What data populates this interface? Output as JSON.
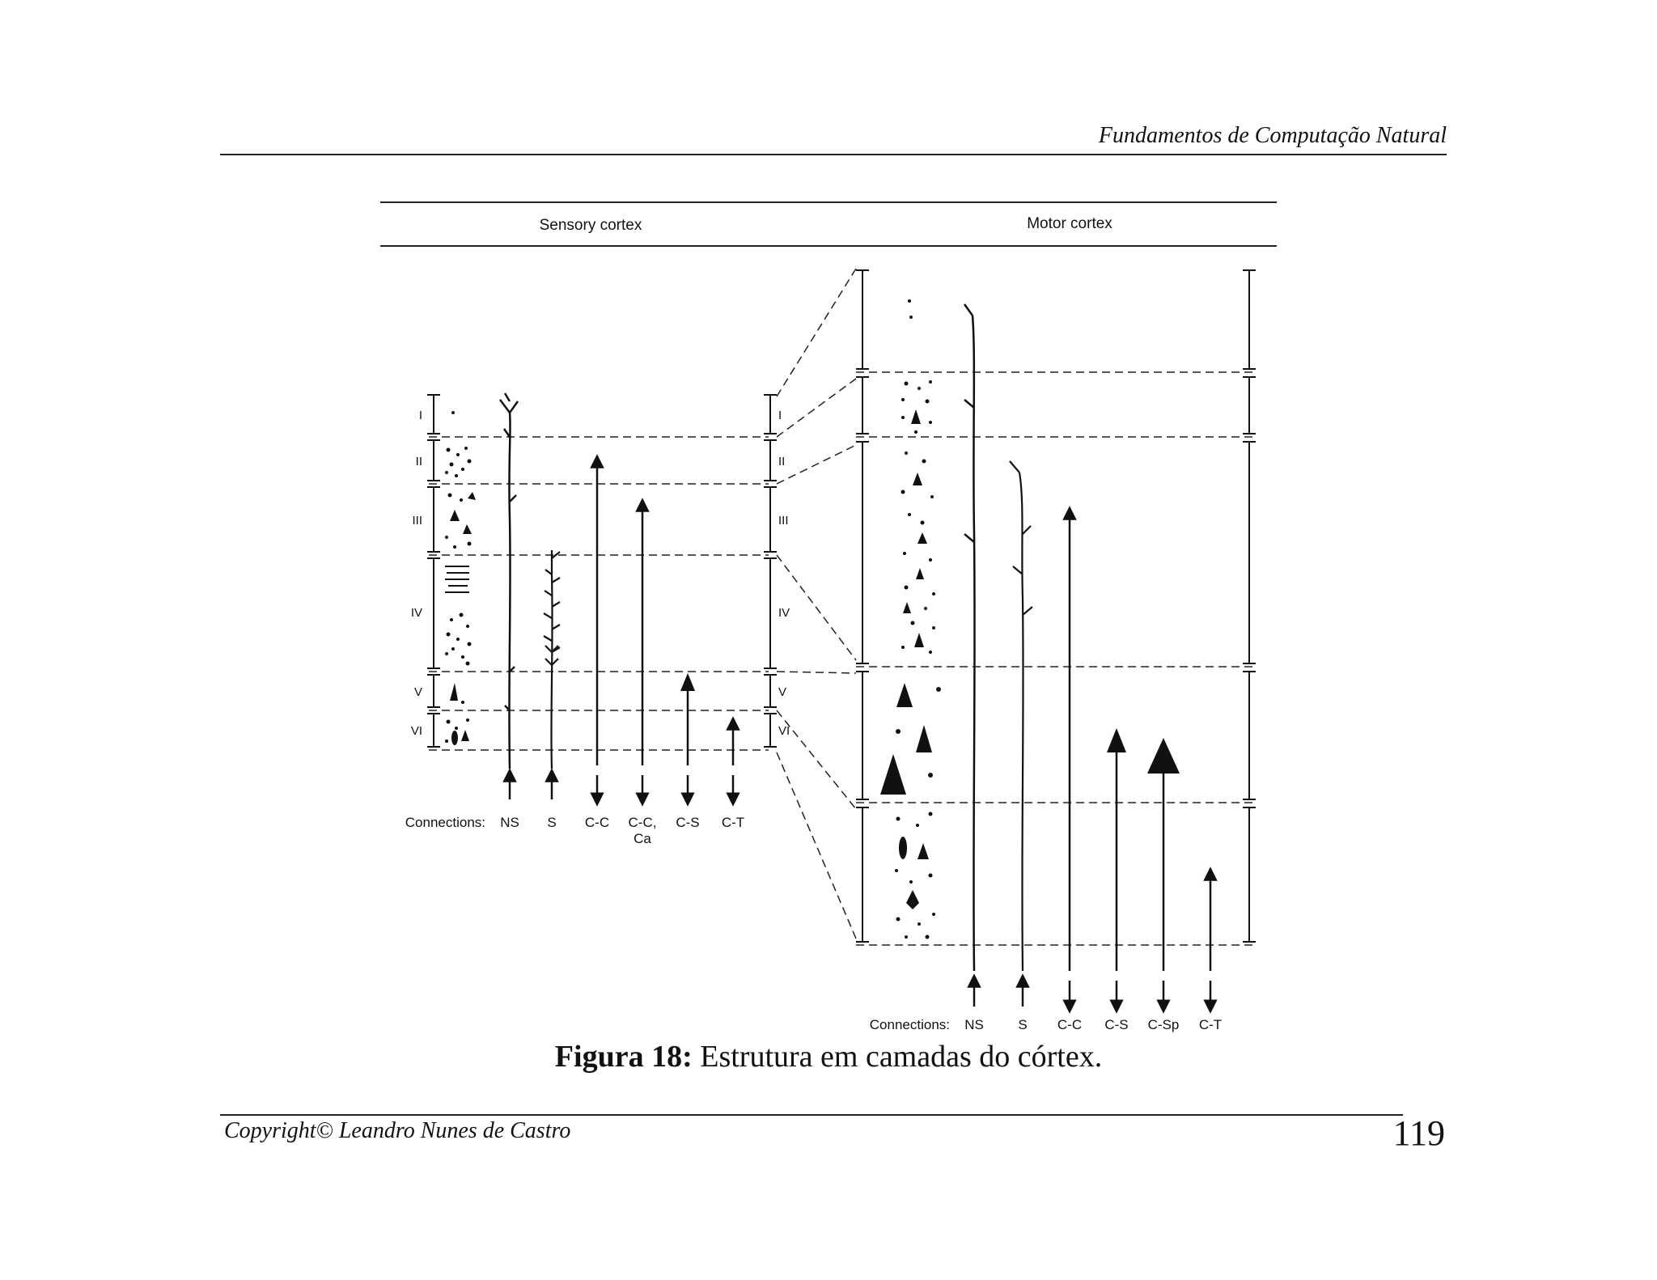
{
  "header": {
    "running_title": "Fundamentos de Computação Natural"
  },
  "figure": {
    "sensory_title": "Sensory cortex",
    "motor_title": "Motor cortex",
    "layers": [
      "I",
      "II",
      "III",
      "IV",
      "V",
      "VI"
    ],
    "connections_label": "Connections:",
    "sensory_connections": [
      {
        "label": "NS",
        "sublabel": "",
        "direction": "up"
      },
      {
        "label": "S",
        "sublabel": "",
        "direction": "up"
      },
      {
        "label": "C-C",
        "sublabel": "",
        "direction": "down"
      },
      {
        "label": "C-C,",
        "sublabel": "Ca",
        "direction": "down"
      },
      {
        "label": "C-S",
        "sublabel": "",
        "direction": "down"
      },
      {
        "label": "C-T",
        "sublabel": "",
        "direction": "down"
      }
    ],
    "motor_connections": [
      {
        "label": "NS",
        "direction": "up"
      },
      {
        "label": "S",
        "direction": "up"
      },
      {
        "label": "C-C",
        "direction": "down"
      },
      {
        "label": "C-S",
        "direction": "down"
      },
      {
        "label": "C-Sp",
        "direction": "down"
      },
      {
        "label": "C-T",
        "direction": "down"
      }
    ]
  },
  "caption": {
    "label": "Figura 18:",
    "text": " Estrutura em camadas do córtex."
  },
  "footer": {
    "copyright": "Copyright© Leandro Nunes de Castro",
    "page_number": "119"
  }
}
